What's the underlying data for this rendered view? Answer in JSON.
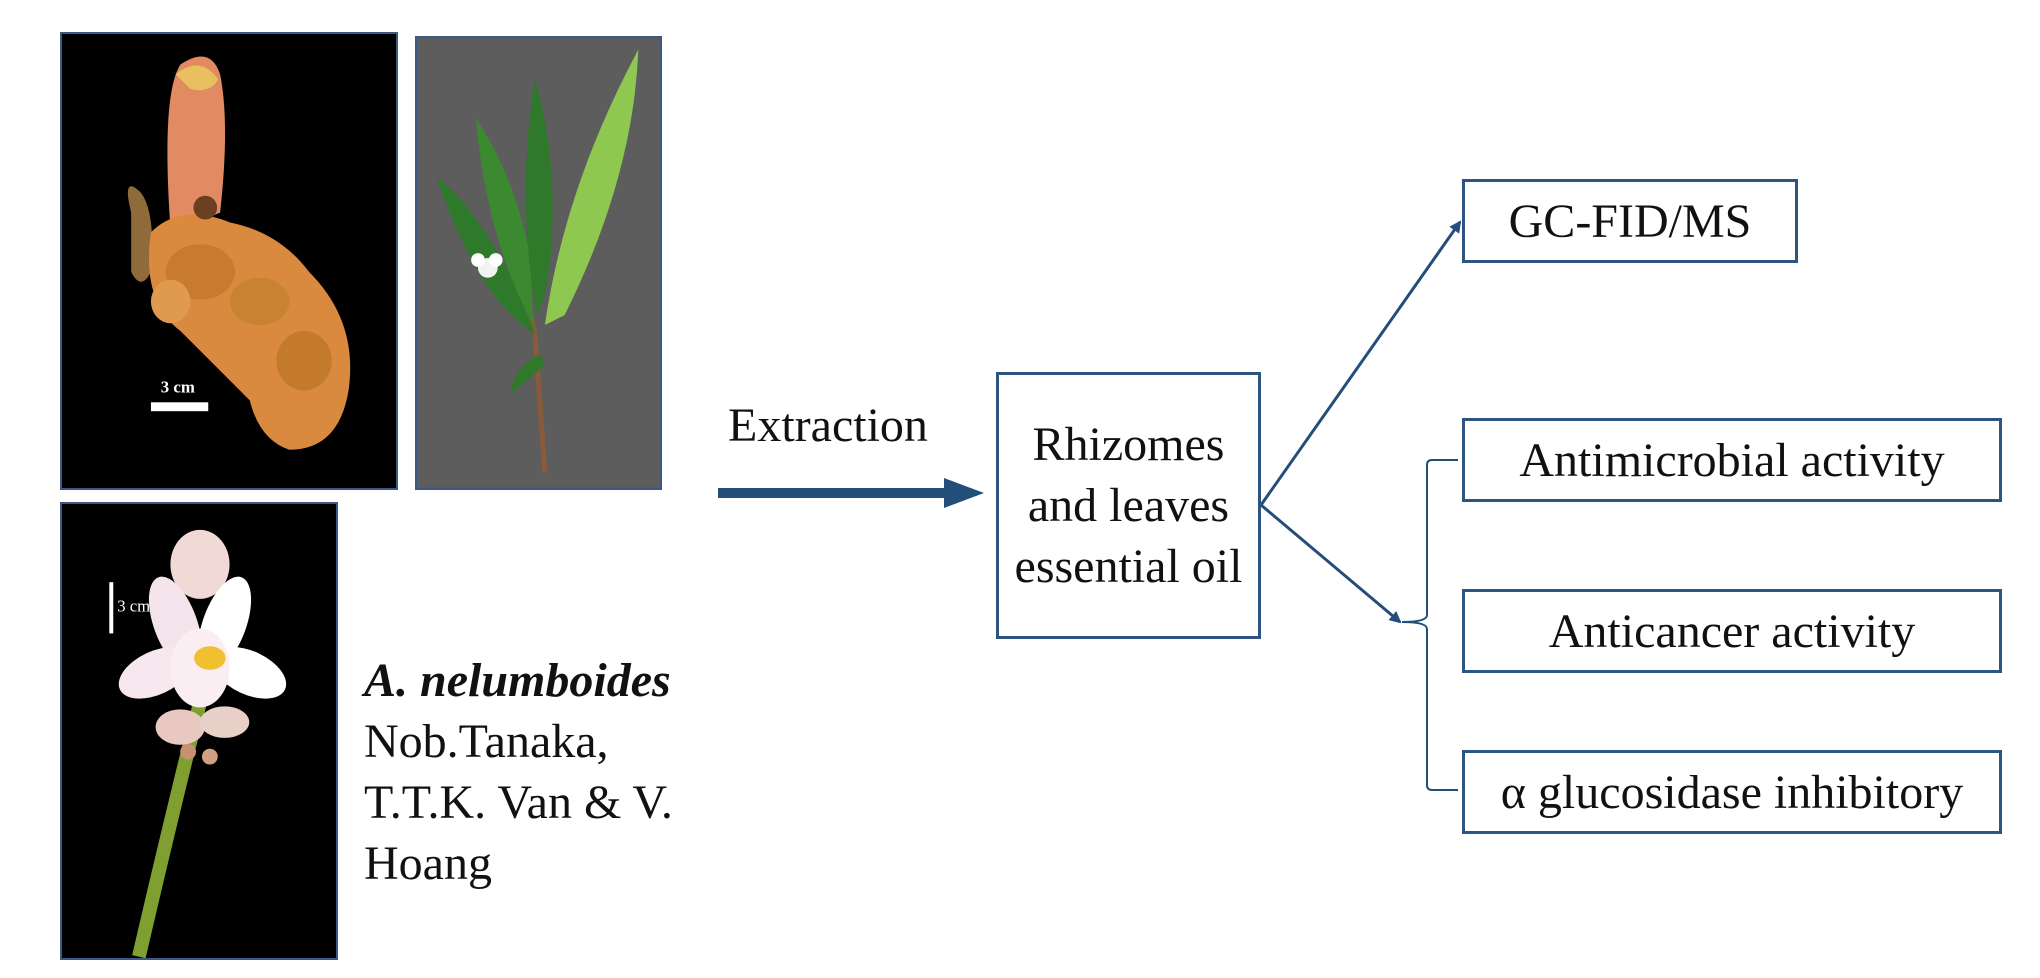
{
  "figure": {
    "species_name": "A. nelumboides",
    "species_authority_lines": [
      "Nob.Tanaka,",
      "T.T.K. Van & V.",
      "Hoang"
    ],
    "scale_label_rhizome": "3 cm",
    "scale_label_flower": "3 cm",
    "extraction_label": "Extraction",
    "oil_box_label": "Rhizomes and leaves essential oil",
    "analysis_label": "GC-FID/MS",
    "activities": [
      "Antimicrobial activity",
      "Anticancer activity",
      "α glucosidase inhibitory"
    ]
  },
  "colors": {
    "arrow": "#234e7a",
    "box_border": "#2e5580",
    "photo_background": "#000000"
  },
  "icons": {
    "rhizome_photo": "ginger-rhizome-photo",
    "leaves_photo": "leafy-shoot-photo",
    "flower_photo": "white-inflorescence-photo"
  }
}
